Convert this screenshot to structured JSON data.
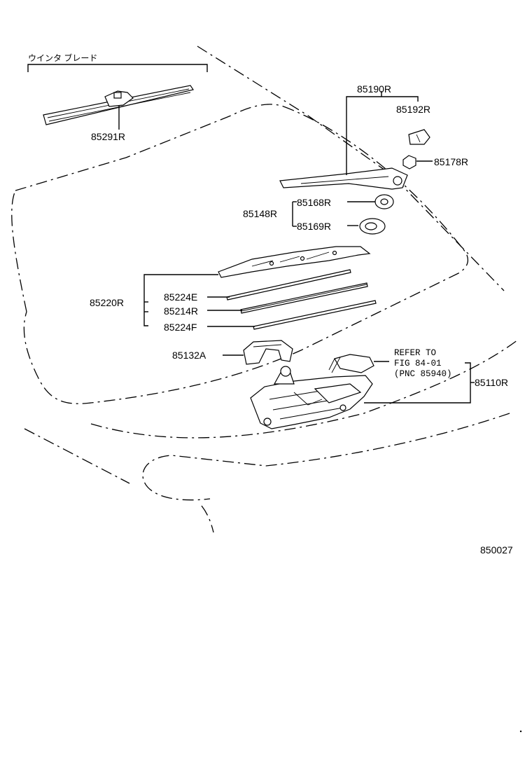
{
  "header": {
    "blade_group_label": "ウインタ ブレード"
  },
  "callouts": {
    "blade": "85291R",
    "arm_assy": "85190R",
    "cap": "85192R",
    "nut": "85178R",
    "seal_group": "85148R",
    "seal_upper": "85168R",
    "seal_lower": "85169R",
    "blade_assy": "85220R",
    "backing_e": "85224E",
    "rubber": "85214R",
    "backing_f": "85224F",
    "grommet": "85132A",
    "motor_assy": "85110R"
  },
  "refer_note": {
    "line1": "REFER TO",
    "line2": "FIG 84-01",
    "line3": "(PNC 85940)"
  },
  "figure_id": "850027"
}
